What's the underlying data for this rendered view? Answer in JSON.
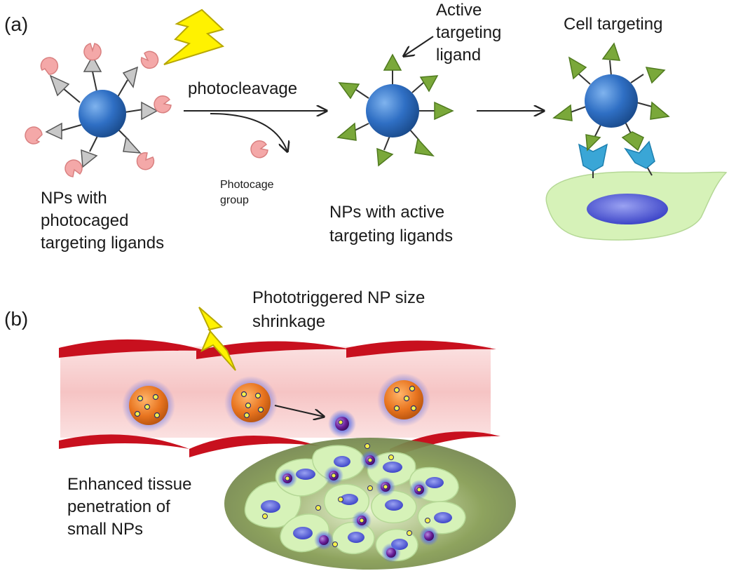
{
  "panel_a": {
    "label": "(a)",
    "photocleavage": "photocleavage",
    "active_ligand": [
      "Active",
      "targeting",
      "ligand"
    ],
    "cell_targeting": "Cell targeting",
    "nps_photocaged": [
      "NPs with",
      "photocaged",
      "targeting ligands"
    ],
    "photocage_group": [
      "Photocage",
      "group"
    ],
    "nps_active": [
      "NPs with active",
      "targeting ligands"
    ]
  },
  "panel_b": {
    "label": "(b)",
    "shrinkage": [
      "Phototriggered NP size",
      "shrinkage"
    ],
    "penetration": [
      "Enhanced tissue",
      "penetration of",
      "small NPs"
    ]
  },
  "colors": {
    "np_core": "#2f6fc4",
    "caged_ligand": "#c8c8c8",
    "photocage": "#f4a8a8",
    "active_ligand": "#7aa83a",
    "receptor": "#3aa6d6",
    "cell": "#d6f2b8",
    "nucleus": "#5a62d6",
    "vessel_wall": "#c8101e",
    "vessel_fill": "#f9d2d2",
    "large_np": "#e8741f",
    "small_np": "#6a1f9a",
    "lightning": "#fff200"
  }
}
